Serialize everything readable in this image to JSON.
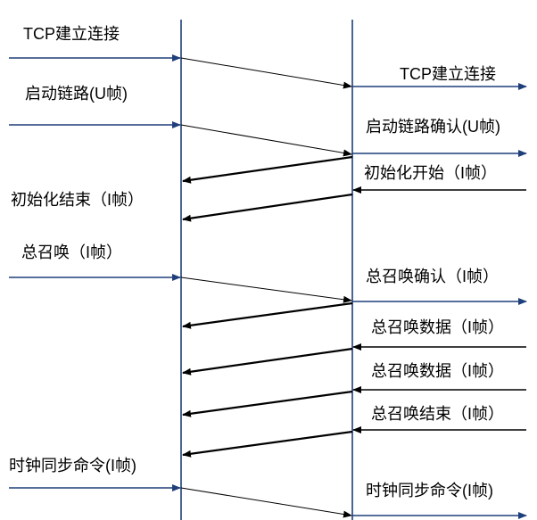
{
  "colors": {
    "lifeline": "#1f3f7a",
    "blue_arrow": "#1f3f7a",
    "black_arrow": "#000000",
    "text": "#000000"
  },
  "left_labels": {
    "tcp": "TCP建立连接",
    "start_link": "启动链路(U帧)",
    "init_end": "初始化结束（I帧）",
    "general_call": "总召唤（I帧）",
    "clock_sync": "时钟同步命令(I帧)"
  },
  "right_labels": {
    "tcp": "TCP建立连接",
    "start_link_ack": "启动链路确认(U帧)",
    "init_start": "初始化开始（I帧）",
    "general_call_ack": "总召唤确认（I帧）",
    "general_call_data_1": "总召唤数据（I帧）",
    "general_call_data_2": "总召唤数据（I帧）",
    "general_call_end": "总召唤结束（I帧）",
    "clock_sync": "时钟同步命令(I帧)"
  }
}
